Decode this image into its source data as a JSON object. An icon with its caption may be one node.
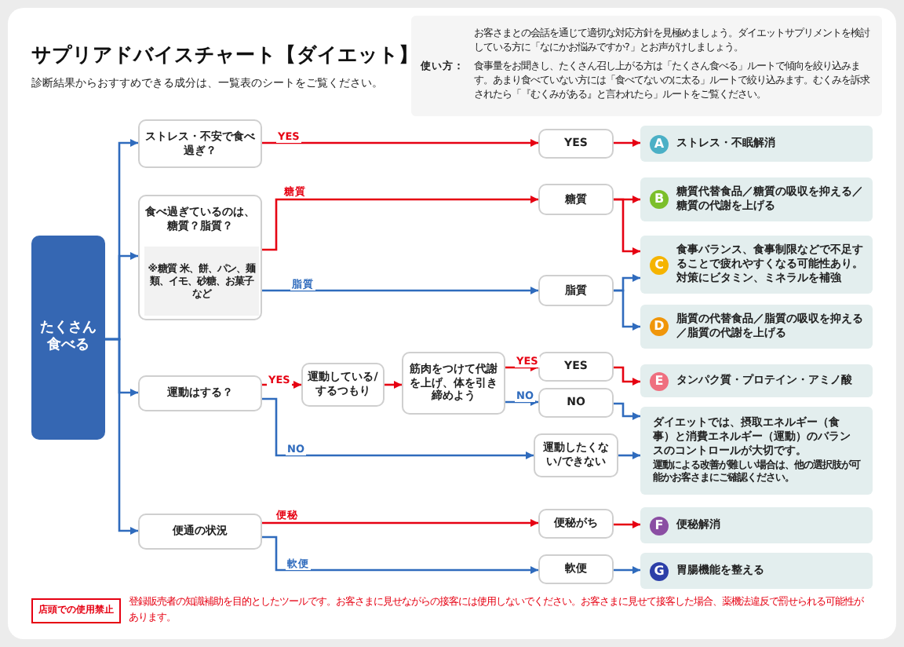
{
  "diagram": {
    "title": "サプリアドバイスチャート【ダイエット】",
    "nodes": [
      {
        "text": [
          "使い方：",
          "お客さまとの会話を通じて適切な対応方針を見極めましょう。ダイエットサプリメントを検討している方に「なにかお悩みですか?」とお声がけしましょう。",
          "食事量をお聞きし、たくさん召し上がる方は「たくさん食べる」ルートで傾向を絞り込みます。あまり食べていない方には「食べてないのに太る」ルートで絞り込みます。むくみを訴求されたら「『むくみがある』と言われたら」ルートをご覧ください。"
        ]
      },
      {
        "text": [
          "たくさん食べる"
        ]
      },
      {
        "text": [
          "ストレス・不安で食べ過ぎ？"
        ]
      },
      {
        "text": [
          "食べ過ぎているのは、糖質？脂質？"
        ]
      },
      {
        "text": [
          "※糖質 米、餅、パン、麺類、イモ、砂糖、お菓子など"
        ],
        "in": 3
      },
      {
        "text": [
          "運動はする？"
        ]
      },
      {
        "text": [
          "運動している/するつもり"
        ]
      },
      {
        "text": [
          "筋肉をつけて代謝を上げ、体を引き締めよう"
        ]
      },
      {
        "text": [
          "便通の状況"
        ]
      },
      {
        "text": [
          "YES"
        ]
      },
      {
        "text": [
          "糖質"
        ]
      },
      {
        "text": [
          "脂質"
        ]
      },
      {
        "text": [
          "YES"
        ]
      },
      {
        "text": [
          "NO"
        ]
      },
      {
        "text": [
          "運動したくない/できない"
        ]
      },
      {
        "text": [
          "便秘がち"
        ]
      },
      {
        "text": [
          "軟便"
        ]
      },
      {
        "text": [
          "A",
          "ストレス・不眠解消"
        ]
      },
      {
        "text": [
          "B",
          "糖質代替食品／糖質の吸収を抑える／糖質の代謝を上げる"
        ]
      },
      {
        "text": [
          "C",
          "食事バランス、食事制限などで不足することで疲れやすくなる可能性あり。対策にビタミン、ミネラルを補強"
        ]
      },
      {
        "text": [
          "D",
          "脂質の代替食品／脂質の吸収を抑える／脂質の代謝を上げる"
        ]
      },
      {
        "text": [
          "E",
          "タンパク質・プロテイン・アミノ酸"
        ]
      },
      {
        "text": [
          "ダイエットでは、摂取エネルギー（食事）と消費エネルギー（運動）のバランスのコントロールが大切です。",
          "運動による改善が難しい場合は、他の選択肢が可能かお客さまにご確認ください。"
        ]
      },
      {
        "text": [
          "F",
          "便秘解消"
        ]
      },
      {
        "text": [
          "G",
          "胃腸機能を整える"
        ]
      },
      {
        "text": [
          "店頭での使用禁止"
        ]
      }
    ],
    "edges": [
      {
        "from": 1,
        "to": 2,
        "arrow": "to"
      },
      {
        "from": 1,
        "to": 3,
        "arrow": "to"
      },
      {
        "from": 1,
        "to": 5,
        "arrow": "to"
      },
      {
        "from": 1,
        "to": 8,
        "arrow": "to"
      },
      {
        "from": 2,
        "to": 9,
        "arrow": "to",
        "label": "YES",
        "color": "#e60012"
      },
      {
        "from": 3,
        "to": 10,
        "arrow": "to",
        "label": "糖質",
        "color": "#e60012"
      },
      {
        "from": 3,
        "to": 11,
        "arrow": "to",
        "label": "脂質"
      },
      {
        "from": 5,
        "to": 6,
        "arrow": "to",
        "label": "YES",
        "color": "#e60012"
      },
      {
        "from": 6,
        "to": 7,
        "arrow": "to",
        "color": "#e60012"
      },
      {
        "from": 7,
        "to": 12,
        "arrow": "to",
        "label": "YES",
        "color": "#e60012"
      },
      {
        "from": 7,
        "to": 13,
        "arrow": "to",
        "label": "NO"
      },
      {
        "from": 5,
        "to": 14,
        "arrow": "to",
        "label": "NO"
      },
      {
        "from": 8,
        "to": 15,
        "arrow": "to",
        "label": "便秘",
        "color": "#e60012"
      },
      {
        "from": 8,
        "to": 16,
        "arrow": "to",
        "label": "軟便"
      },
      {
        "from": 9,
        "to": 17,
        "arrow": "to",
        "color": "#e60012"
      },
      {
        "from": 10,
        "to": 18,
        "arrow": "to",
        "color": "#e60012"
      },
      {
        "from": 10,
        "to": 19,
        "arrow": "to",
        "color": "#e60012"
      },
      {
        "from": 11,
        "to": 19,
        "arrow": "to"
      },
      {
        "from": 11,
        "to": 20,
        "arrow": "to"
      },
      {
        "from": 12,
        "to": 21,
        "arrow": "to",
        "color": "#e60012"
      },
      {
        "from": 13,
        "to": 22,
        "arrow": "to"
      },
      {
        "from": 14,
        "to": 22,
        "arrow": "to"
      },
      {
        "from": 15,
        "to": 23,
        "arrow": "to",
        "color": "#e60012"
      },
      {
        "from": 16,
        "to": 24,
        "arrow": "to"
      }
    ],
    "labels": [
      "診断結果からおすすめできる成分は、一覧表のシートをご覧ください。",
      "登録販売者の知識補助を目的としたツールです。お客さまに見せながらの接客には使用しないでください。お客さまに見せて接客した場合、薬機法違反で罰せられる可能性があります。"
    ]
  }
}
